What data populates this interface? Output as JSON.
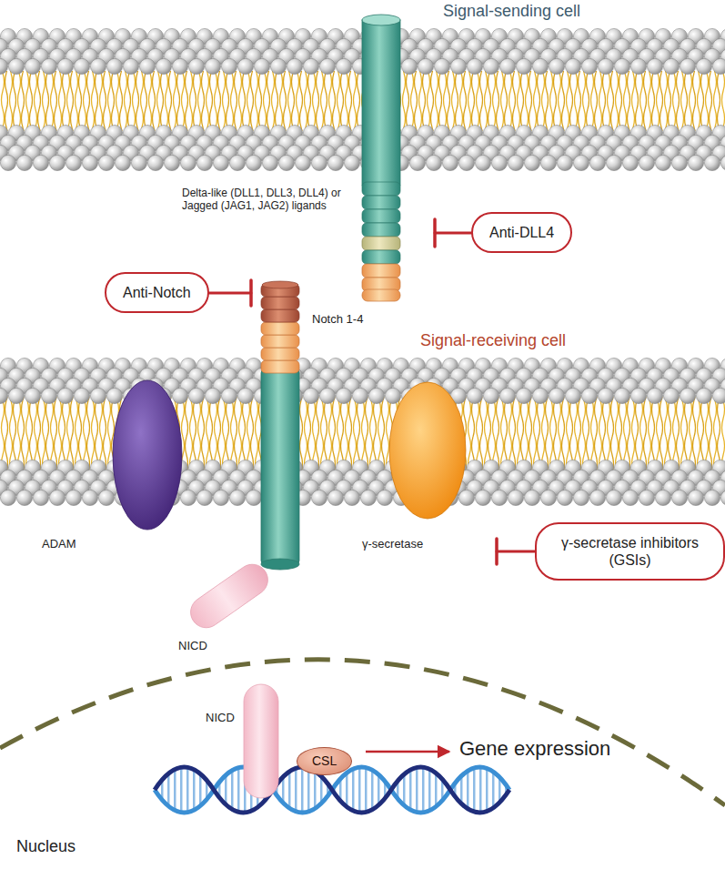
{
  "diagram": {
    "nodes": [
      {
        "text": [
          "Anti-DLL4"
        ]
      },
      {
        "text": [
          "Anti-Notch"
        ]
      },
      {
        "text": [
          "γ-secretase inhibitors (GSIs)"
        ]
      },
      {
        "text": [
          "CSL"
        ]
      }
    ],
    "labels": [
      "Signal-sending cell",
      "Delta-like (DLL1, DLL3, DLL4) or Jagged (JAG1, JAG2) ligands",
      "Notch 1-4",
      "Signal-receiving cell",
      "ADAM",
      "γ-secretase",
      "NICD",
      "NICD",
      "Gene expression",
      "Nucleus"
    ]
  }
}
